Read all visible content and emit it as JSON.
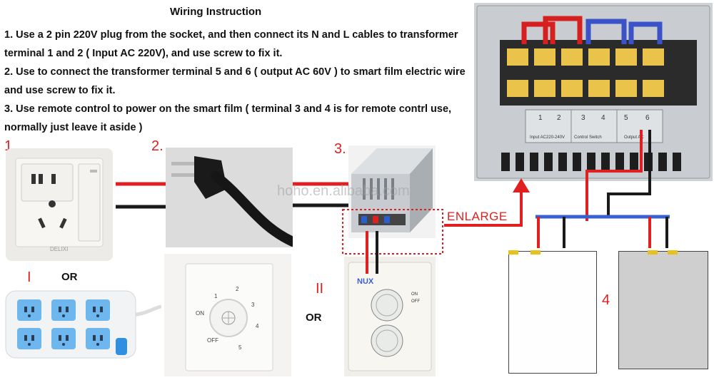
{
  "title": "Wiring Instruction",
  "instructions": [
    "1. Use a 2 pin 220V plug from the socket, and then connect its N and L cables to transformer terminal 1 and 2 ( Input AC 220V), and use screw to fix it.",
    "2. Use to connect the transformer terminal 5 and 6 ( output AC 60V ) to smart film electric wire and use screw to fix it.",
    "3. Use remote control to power on the smart film ( terminal 3 and 4 is for remote contrl use, normally just leave it aside )"
  ],
  "step_labels": {
    "s1": "1.",
    "s2": "2.",
    "s3": "3.",
    "s4": "4",
    "opt1": "I",
    "opt2": "II"
  },
  "or_label": "OR",
  "enlarge_label": "ENLARGE",
  "watermark": "hoho.en.alibaba.com",
  "terminal_block": {
    "nums": [
      "1",
      "2",
      "3",
      "4",
      "5",
      "6"
    ],
    "input_label": "Input AC220-240V",
    "switch_label": "Control Switch",
    "output_label": "Output AC"
  },
  "timer_brand": "NUX",
  "dimmer_labels": {
    "on": "ON",
    "off": "OFF",
    "marks": [
      "1",
      "2",
      "3",
      "4",
      "5"
    ]
  },
  "colors": {
    "red": "#e02020",
    "blue": "#3a5fd0",
    "brown": "#3a1a12"
  }
}
